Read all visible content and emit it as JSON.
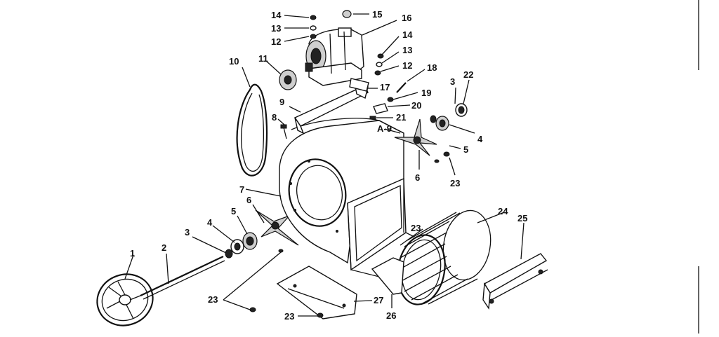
{
  "callouts": {
    "c1": "1",
    "c2": "2",
    "c3a": "3",
    "c3b": "3",
    "c4a": "4",
    "c4b": "4",
    "c5a": "5",
    "c5b": "5",
    "c6a": "6",
    "c6b": "6",
    "c7": "7",
    "c8": "8",
    "c9a": "9",
    "c9b": "A-9",
    "c10": "10",
    "c11": "11",
    "c12a": "12",
    "c12b": "12",
    "c13a": "13",
    "c13b": "13",
    "c14a": "14",
    "c14b": "14",
    "c15": "15",
    "c16": "16",
    "c17": "17",
    "c18": "18",
    "c19": "19",
    "c20": "20",
    "c21": "21",
    "c22": "22",
    "c23a": "23",
    "c23b": "23",
    "c23c": "23",
    "c23d": "23",
    "c24": "24",
    "c25": "25",
    "c26": "26",
    "c27": "27"
  }
}
